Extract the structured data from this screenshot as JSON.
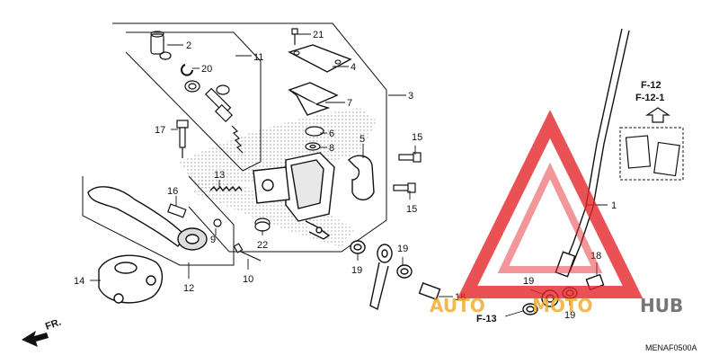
{
  "diagram": {
    "callouts": [
      {
        "id": "c2",
        "text": "2"
      },
      {
        "id": "c20",
        "text": "20"
      },
      {
        "id": "c11",
        "text": "11"
      },
      {
        "id": "c21",
        "text": "21"
      },
      {
        "id": "c4",
        "text": "4"
      },
      {
        "id": "c7",
        "text": "7"
      },
      {
        "id": "c3",
        "text": "3"
      },
      {
        "id": "c17",
        "text": "17"
      },
      {
        "id": "c6",
        "text": "6"
      },
      {
        "id": "c8",
        "text": "8"
      },
      {
        "id": "c5",
        "text": "5"
      },
      {
        "id": "c15a",
        "text": "15"
      },
      {
        "id": "c15b",
        "text": "15"
      },
      {
        "id": "c13",
        "text": "13"
      },
      {
        "id": "c16",
        "text": "16"
      },
      {
        "id": "c9",
        "text": "9"
      },
      {
        "id": "c22",
        "text": "22"
      },
      {
        "id": "c10",
        "text": "10"
      },
      {
        "id": "c12",
        "text": "12"
      },
      {
        "id": "c14",
        "text": "14"
      },
      {
        "id": "c19a",
        "text": "19"
      },
      {
        "id": "c19b",
        "text": "19"
      },
      {
        "id": "c19c",
        "text": "19"
      },
      {
        "id": "c19d",
        "text": "19"
      },
      {
        "id": "c18a",
        "text": "18"
      },
      {
        "id": "c18b",
        "text": "18"
      },
      {
        "id": "c1",
        "text": "1"
      }
    ],
    "references": {
      "f12": "F-12",
      "f121": "F-12-1",
      "f13": "F-13"
    },
    "direction_label": "FR.",
    "diagram_code": "MENAF0500A",
    "watermark": {
      "part1": "AUTO",
      "part2": "MOTO",
      "part3": "HUB"
    },
    "colors": {
      "line": "#111111",
      "watermark_red": "#e5262b",
      "watermark_orange": "#f5a623",
      "watermark_gray": "#555555",
      "dots": "#9a9a9a"
    }
  }
}
